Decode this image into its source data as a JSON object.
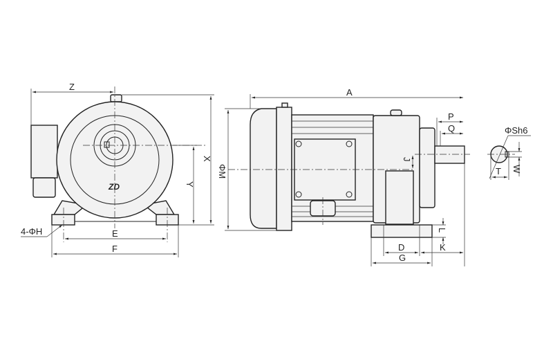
{
  "drawing": {
    "front_view": {
      "labels": {
        "z": "Z",
        "x": "X",
        "y": "Y",
        "e": "E",
        "f": "F",
        "holes": "4-ΦH"
      },
      "logo": "ZD"
    },
    "side_view": {
      "labels": {
        "a": "A",
        "m": "ΦM",
        "p": "P",
        "q": "Q",
        "j": "J",
        "d": "D",
        "g": "G",
        "k": "K",
        "l": "L"
      }
    },
    "shaft_section": {
      "labels": {
        "s": "ΦSh6",
        "t": "T",
        "w": "W"
      }
    }
  }
}
